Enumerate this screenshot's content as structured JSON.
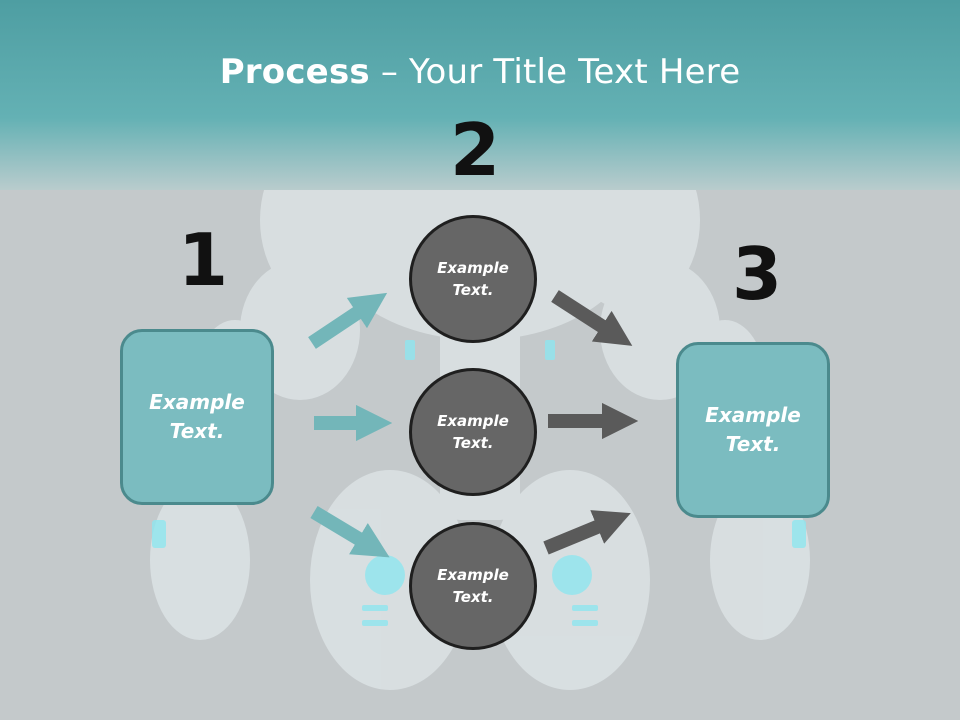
{
  "slide": {
    "title_bold": "Process",
    "title_rest": " – Your Title Text Here"
  },
  "steps": {
    "one": "1",
    "two": "2",
    "three": "3"
  },
  "boxes": {
    "left": "Example\nText.",
    "right": "Example\nText."
  },
  "circles": {
    "top": "Example\nText.",
    "middle": "Example\nText.",
    "bottom": "Example\nText."
  },
  "colors": {
    "teal_box": "#7bbcc0",
    "teal_arrow": "#73b6b9",
    "dark_arrow": "#5a5a5a",
    "circle_fill": "#666666"
  }
}
